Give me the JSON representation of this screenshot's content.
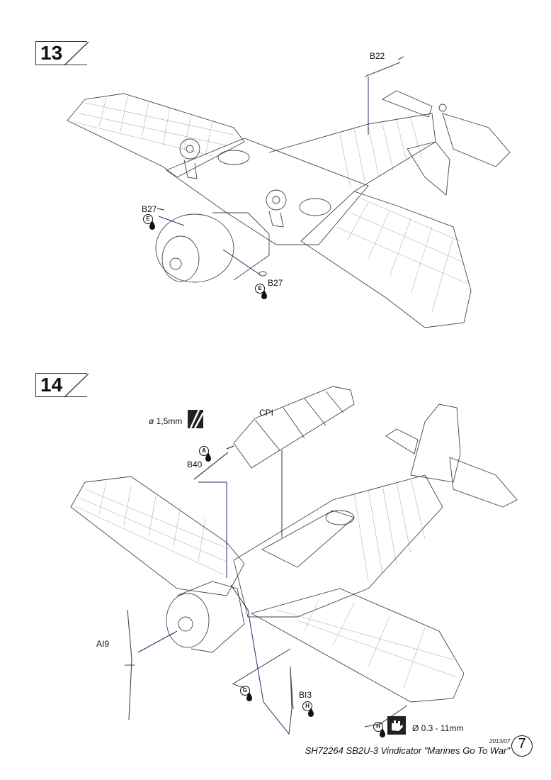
{
  "steps": [
    {
      "number": "13"
    },
    {
      "number": "14"
    }
  ],
  "step13": {
    "labels": {
      "b22": "B22",
      "b27_left": "B27",
      "b27_right": "B27"
    },
    "markers": {
      "e_left": "E",
      "e_right": "E"
    }
  },
  "step14": {
    "labels": {
      "diameter_top": "ø 1,5mm",
      "cp1": "CPI",
      "b40": "B40",
      "a19": "AI9",
      "b13": "BI3",
      "diameter_bottom": "Ø 0.3 - 11mm"
    },
    "markers": {
      "a": "A",
      "g": "G",
      "h_b13": "H",
      "h_antenna": "H"
    }
  },
  "footer": {
    "revision": "2013/07",
    "title": "SH72264 SB2U-3 Vindicator \"Marines Go To War\"",
    "page": "7"
  },
  "icons": [
    "drill-hatch-icon",
    "glue-drop-icon",
    "hand-stretch-icon"
  ],
  "colors": {
    "line": "#333333",
    "guide": "#2b2b6b"
  }
}
